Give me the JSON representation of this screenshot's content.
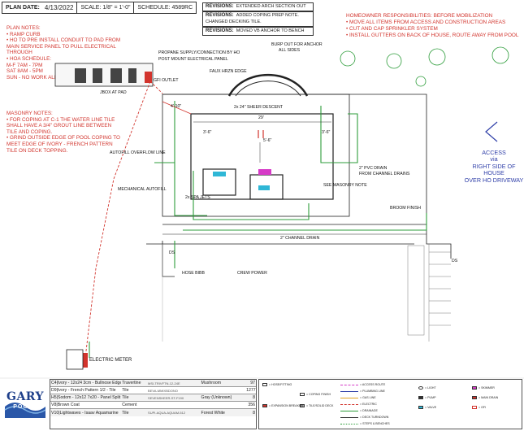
{
  "title_block": {
    "date_label": "PLAN DATE:",
    "date_value": "4/13/2022",
    "scale_label": "SCALE: 1/8\" = 1'-0\"",
    "schedule_label": "SCHEDULE: 4589RC"
  },
  "revisions": [
    {
      "label": "REVISIONS:",
      "text": "EXTENDED ARCH  SECTION OUT"
    },
    {
      "label": "REVISIONS:",
      "text": "ADDED COPING PREP NOTE."
    },
    {
      "label": "",
      "text": "CHANGED DECKING TILE."
    },
    {
      "label": "REVISIONS:",
      "text": "MOVED VB ANCHOR TO BENCH"
    }
  ],
  "plan_notes": {
    "heading": "PLAN NOTES:",
    "lines": [
      "• RAMP CURB",
      "• HO TO PRE INSTALL CONDUIT TO PAD FROM",
      "MAIN SERVICE PANEL TO PULL ELECTRICAL",
      "THROUGH",
      "• HOA SCHEDULE:",
      "M-F 7AM - 7PM",
      "SAT 8AM - 5PM",
      "SUN - NO WORK ALLOWED"
    ]
  },
  "masonry_notes": {
    "heading": "MASONRY NOTES:",
    "lines": [
      "• FOR COPING AT C-1 THE WATER LINE TILE",
      "SHALL HAVE A 3/4\" GROUT LINE BETWEEN",
      "TILE AND COPING.",
      "• GRIND OUTSIDE EDGE OF POOL COPING TO",
      "MEET EDGE OF IVORY - FRENCH PATTERN",
      "TILE ON DECK TOPPING."
    ]
  },
  "homeowner": {
    "heading": "HOMEOWNER RESPONSIBILITIES: BEFORE MOBILIZATION",
    "lines": [
      "• MOVE ALL ITEMS FROM ACCESS AND CONSTRUCTION AREAS",
      "• CUT AND CAP SPRINKLER SYSTEM",
      "• INSTALL GUTTERS ON BACK OF HOUSE, ROUTE AWAY FROM POOL"
    ]
  },
  "access": [
    "ACCESS",
    "via",
    "RIGHT SIDE OF HOUSE",
    "OVER HO DRIVEWAY"
  ],
  "labels": {
    "propane": "PROPANE SUPPLY/CONNECTION BY HO",
    "post_mount": "POST MOUNT ELECTRICAL PANEL",
    "gfi": "GFI OUTLET",
    "jbox": "JBOX AT PAD",
    "faux": "FAUX HRZN EDGE",
    "burp": "BURP OUT FOR ANCHOR",
    "all_sides": "ALL SIDES",
    "sheer": "2x 24\" SHEER DESCENT",
    "autofill_overflow": "AUTOFILL OVERFLOW LINE",
    "mechanical_autofill": "MECHANICAL AUTOFILL",
    "pvc_drain": "2\" PVC DRAIN",
    "from_channel": "FROM CHANNEL DRAINS",
    "masonry_see": "SEE MASONRY NOTE",
    "spa_jets": "2x SPA JETS",
    "broom": "BROOM FINISH",
    "channel_drain": "2\" CHANNEL DRAIN",
    "hose_bibb": "HOSE BIBB",
    "crew_power": "CREW POWER",
    "electric_meter": "ELECTRIC METER",
    "dim_29": "29'",
    "dim_5_6": "5'-6\"",
    "dim_3_6a": "3'-6\"",
    "dim_3_6b": "3'-6\"",
    "dim_4_10": "4'-10\"",
    "ds": "DS"
  },
  "logo": {
    "line1": "GARY",
    "line2": "POOLS"
  },
  "schedule": [
    {
      "code": "C4|Ivory - 12x24 3cm - Bullnose Edge",
      "type": "Travertine",
      "ref": "MSI-TRIVFTN-12-24E",
      "finish": "Mushroom",
      "qty": "97"
    },
    {
      "code": "D9|Ivory - French Pattern 1/2 - Tile",
      "type": "Tile",
      "ref": "BEVA-MMIXBDONO",
      "finish": "",
      "qty": "1277"
    },
    {
      "code": "H5|Sodom - 12x12 7x20 - Panel Split",
      "type": "Tile",
      "ref": "SEVENSHEER-ST-F190",
      "finish": "Gray (Unknown)",
      "qty": "8"
    },
    {
      "code": "V8|Brown Coat",
      "type": "Cement",
      "ref": "",
      "finish": "",
      "qty": "356"
    },
    {
      "code": "V10|Lightwaves - Isaav Aquamarine",
      "type": "Tile",
      "ref": "SUPI-AQUA-AQUAM-512",
      "finish": "Forest White",
      "qty": "8"
    }
  ],
  "legend": [
    "= ACCESS ROUTE",
    "= PLUMBING LINE",
    "= GAS LINE",
    "= ELECTRIC",
    "= DRAINAGE",
    "= DECK TURNDOWN",
    "= STEPS & BENCHES",
    "= HOSE/FITTING",
    "= COPING FINISH",
    "= TILE/SOLID DECK",
    "= EXPANSION BREAKER",
    "= LIGHT",
    "= PUMP",
    "= VALVE",
    "= SKIMMER",
    "= MAIN DRAIN",
    "= GFI"
  ],
  "colors": {
    "red": "#d2342d",
    "green": "#2e9d3b",
    "blue": "#2f3fa8",
    "magenta": "#d63bc7",
    "cyan": "#2fb7d6",
    "pavers": "#7a7a7a"
  }
}
